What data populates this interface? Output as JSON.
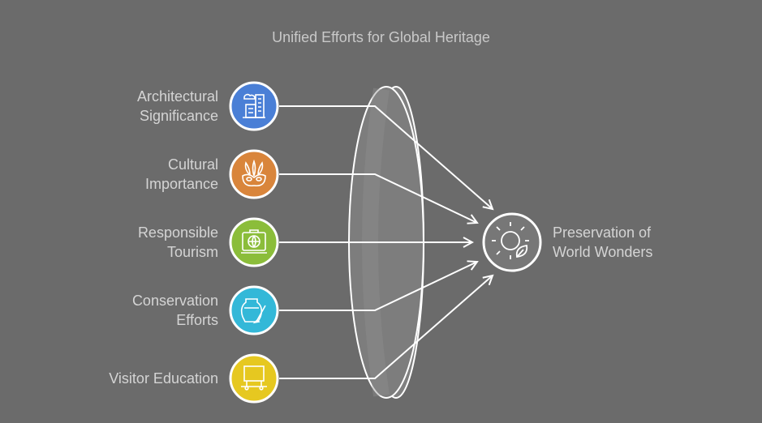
{
  "title": "Unified Efforts for Global Heritage",
  "inputs": [
    {
      "line1": "Architectural",
      "line2": "Significance",
      "icon": "buildings-icon",
      "color": "#4a7fd6"
    },
    {
      "line1": "Cultural",
      "line2": "Importance",
      "icon": "mask-icon",
      "color": "#d9853b"
    },
    {
      "line1": "Responsible",
      "line2": "Tourism",
      "icon": "globe-suitcase-icon",
      "color": "#8bbd3a"
    },
    {
      "line1": "Conservation",
      "line2": "Efforts",
      "icon": "vase-brush-icon",
      "color": "#33b8d8"
    },
    {
      "line1": "Visitor Education",
      "line2": "",
      "icon": "whiteboard-icon",
      "color": "#e6c820"
    }
  ],
  "output": {
    "line1": "Preservation of",
    "line2": "World Wonders",
    "icon": "sun-leaf-icon",
    "color": "#777777"
  },
  "colors": {
    "background": "#6b6b6b",
    "stroke": "#ffffff"
  }
}
